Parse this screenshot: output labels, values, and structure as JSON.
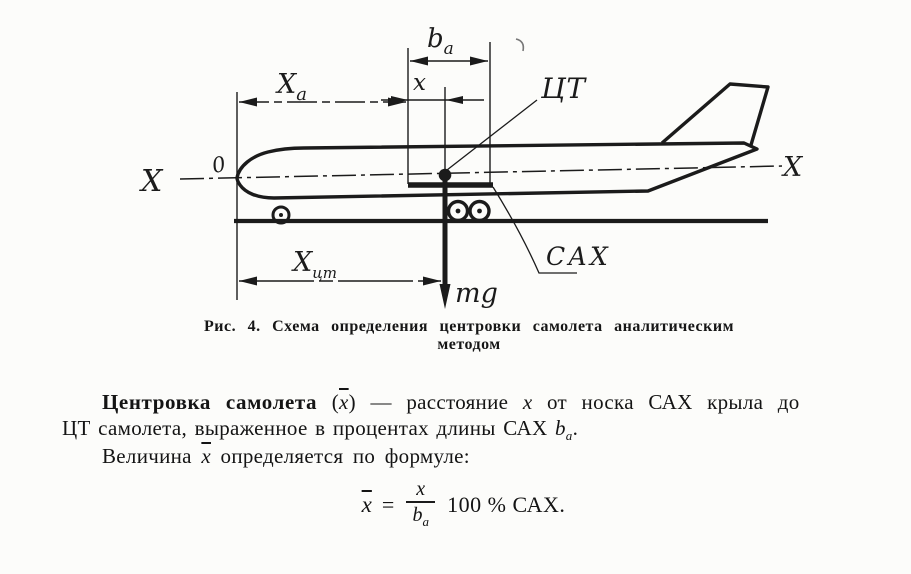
{
  "colors": {
    "ink": "#1b1b1b",
    "paper": "#fcfcfa",
    "artifact": "#777777"
  },
  "figure": {
    "axis_label_left": "X",
    "axis_label_right": "X",
    "origin_label": "0",
    "dim_xa": {
      "main": "X",
      "sub": "a"
    },
    "dim_x_label": "x",
    "dim_ba": {
      "main": "b",
      "sub": "a"
    },
    "cg_label": "ЦТ",
    "mac_label": "САХ",
    "dim_xcg": {
      "main": "X",
      "sub": "цт"
    },
    "weight_label": "mg",
    "caption_line1": "Рис. 4. Схема определения центровки самолета аналитическим",
    "caption_line2": "методом"
  },
  "body": {
    "p1": {
      "bold": "Центровка самолета",
      "pre": " (",
      "xbar": "x",
      "post": ") — расстояние ",
      "x": "x",
      "rest": " от носка САХ крыла до"
    },
    "p2": {
      "text": "ЦТ самолета, выраженное в процентах длины САХ ",
      "b": "b",
      "sub": "a",
      "end": "."
    },
    "p3": {
      "pre": "Величина ",
      "xbar": "x",
      "post": " определяется по формуле:"
    }
  },
  "formula": {
    "xbar": "x",
    "eq": "=",
    "num": "x",
    "den_main": "b",
    "den_sub": "a",
    "tail": "100 % САХ."
  }
}
